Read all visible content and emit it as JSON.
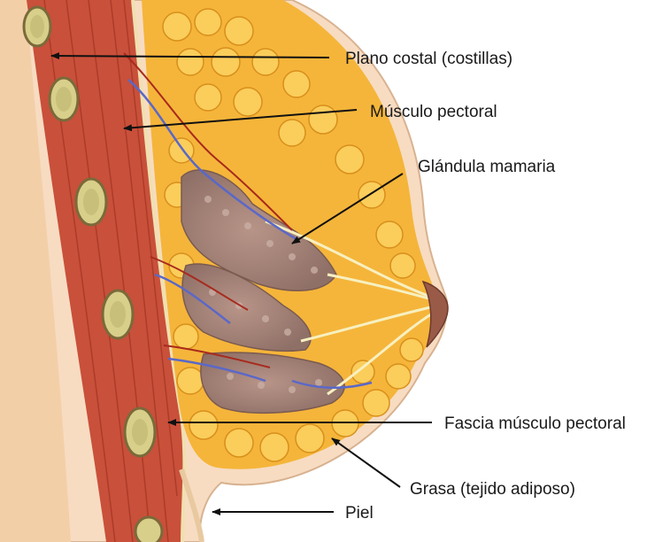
{
  "diagram": {
    "labels": {
      "costal": "Plano costal (costillas)",
      "muscle": "Músculo pectoral",
      "gland": "Glándula mamaria",
      "fascia": "Fascia músculo pectoral",
      "fat": "Grasa (tejido adiposo)",
      "skin": "Piel"
    },
    "colors": {
      "skin": "#f6dcc0",
      "muscle": "#c9503a",
      "fat": "#f5b53a",
      "gland": "#a5877b",
      "vein": "#5a68c8",
      "artery": "#a82a1e"
    }
  }
}
